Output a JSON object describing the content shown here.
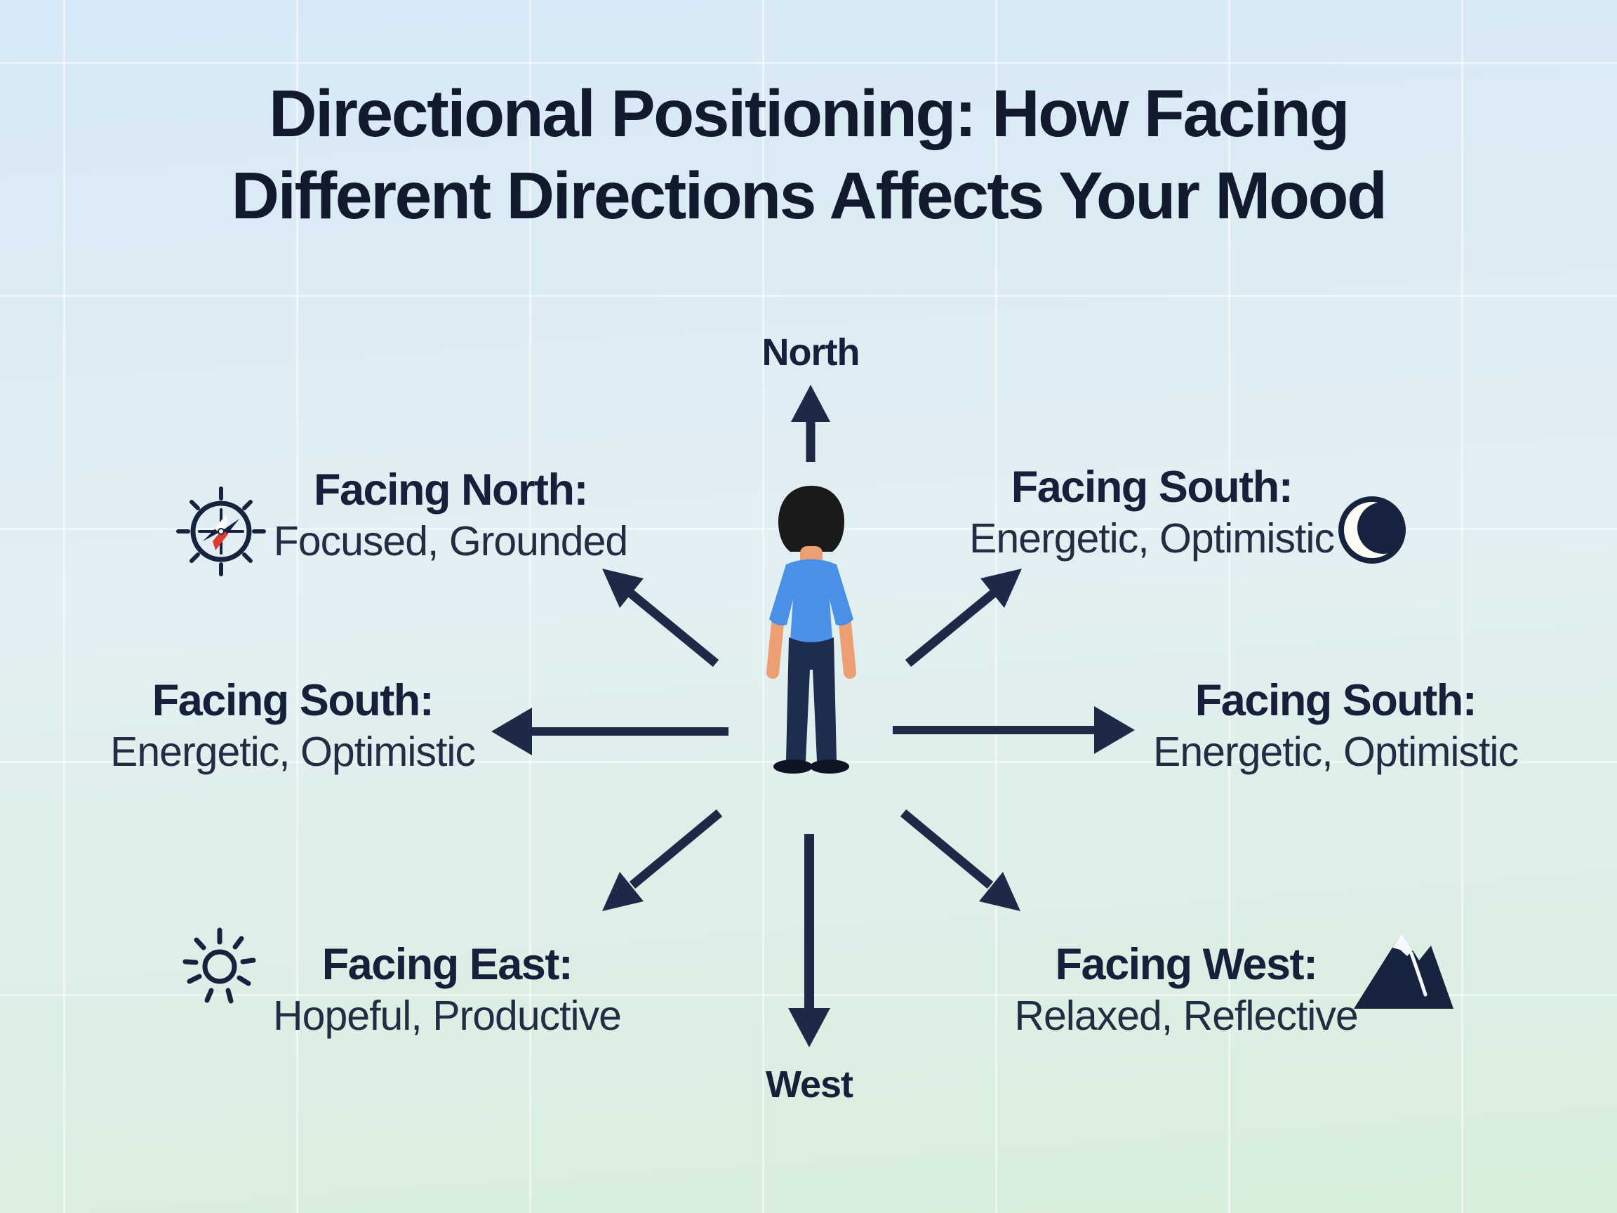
{
  "title": {
    "line1": "Directional Positioning: How Facing",
    "line2": "Different Directions Affects Your Mood"
  },
  "compass_labels": {
    "north": "North",
    "west": "West"
  },
  "callouts": {
    "top_left": {
      "heading": "Facing North:",
      "sub": "Focused, Grounded",
      "icon": "compass"
    },
    "top_right": {
      "heading": "Facing South:",
      "sub": "Energetic, Optimistic",
      "icon": "moon"
    },
    "mid_left": {
      "heading": "Facing South:",
      "sub": "Energetic, Optimistic",
      "icon": "none"
    },
    "mid_right": {
      "heading": "Facing South:",
      "sub": "Energetic, Optimistic",
      "icon": "none"
    },
    "bottom_left": {
      "heading": "Facing East:",
      "sub": "Hopeful, Productive",
      "icon": "sun"
    },
    "bottom_right": {
      "heading": "Facing West:",
      "sub": "Relaxed, Reflective",
      "icon": "mountain"
    }
  },
  "colors": {
    "arrow_navy": "#1d2a47",
    "title_text": "#121a2e",
    "shirt_blue": "#4a90e8",
    "skin": "#ee9e73",
    "pants_navy": "#1d2c4f",
    "hair_black": "#1a1a1a",
    "compass_needle_red": "#e03c2d",
    "bg_top": "#d6e9f7",
    "bg_bottom": "#d8efdb"
  }
}
